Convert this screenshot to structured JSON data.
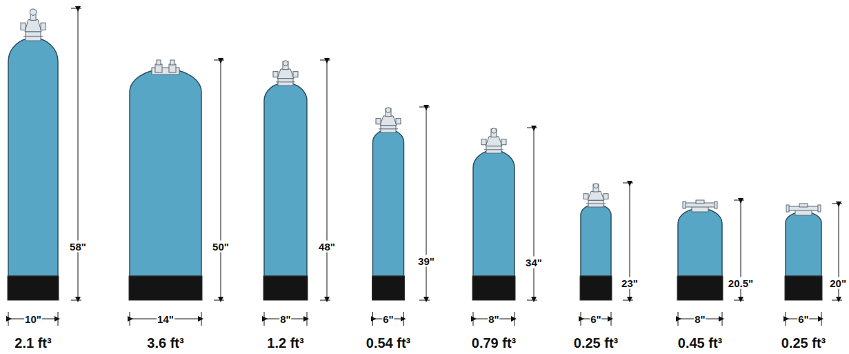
{
  "diagram": {
    "labels": [
      "58\"",
      "10\"",
      "2.1 ft³",
      "50\"",
      "14\"",
      "3.6 ft³",
      "48\"",
      "8\"",
      "1.2 ft³",
      "39\"",
      "6\"",
      "0.54 ft³",
      "34\"",
      "8\"",
      "0.79 ft³",
      "23\"",
      "6\"",
      "0.25 ft³",
      "20.5\"",
      "8\"",
      "0.45 ft³",
      "20\"",
      "6\"",
      "0.25 ft³"
    ]
  }
}
